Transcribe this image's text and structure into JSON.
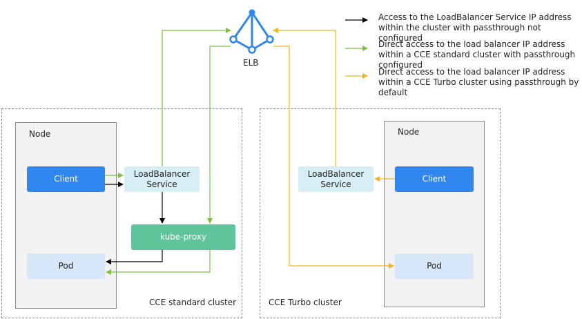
{
  "elb": {
    "label": "ELB"
  },
  "legend": [
    {
      "text": "Access to the LoadBalancer Service IP address within the cluster with passthrough not configured",
      "color": "#000000"
    },
    {
      "text": "Direct access to the load balancer IP address within a CCE standard cluster with passthrough configured",
      "color": "#7fc241"
    },
    {
      "text": "Direct access to the load balancer IP address within a CCE Turbo cluster using passthrough by default",
      "color": "#f2b720"
    }
  ],
  "standard_cluster": {
    "label": "CCE standard cluster",
    "node_label": "Node",
    "client": "Client",
    "lb_service": "LoadBalancer Service",
    "kube_proxy": "kube-proxy",
    "pod": "Pod"
  },
  "turbo_cluster": {
    "label": "CCE Turbo cluster",
    "node_label": "Node",
    "client": "Client",
    "lb_service": "LoadBalancer Service",
    "pod": "Pod"
  },
  "colors": {
    "black": "#000000",
    "green": "#7fc241",
    "yellow": "#f2b720",
    "elb_blue": "#2f86ee"
  }
}
